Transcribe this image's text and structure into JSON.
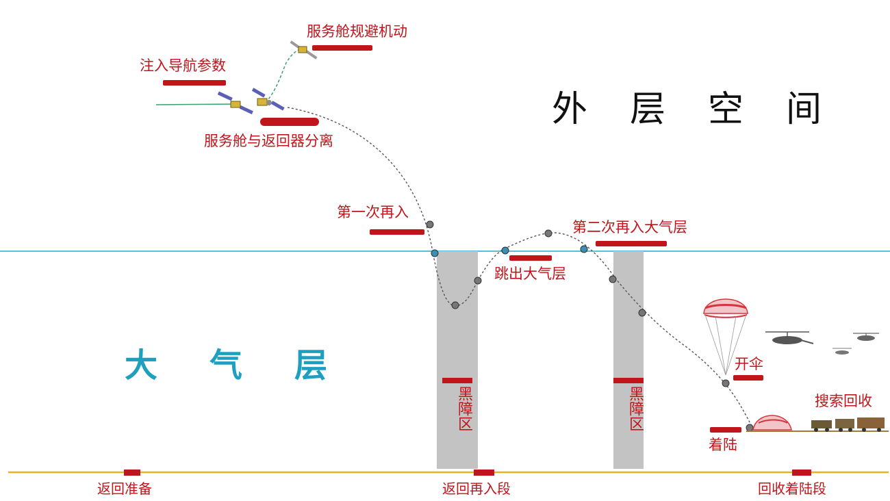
{
  "regions": {
    "outer_space": "外层空间",
    "atmosphere": "大气层"
  },
  "events": {
    "service_module_maneuver": "服务舱规避机动",
    "inject_nav_params": "注入导航参数",
    "separation": "服务舱与返回器分离",
    "first_reentry": "第一次再入",
    "skip_out": "跳出大气层",
    "second_reentry": "第二次再入大气层",
    "parachute": "开伞",
    "landing": "着陆",
    "search_recovery": "搜索回收"
  },
  "blackout_zones": [
    {
      "label": "黑障区"
    },
    {
      "label": "黑障区"
    }
  ],
  "phases": [
    {
      "label": "返回准备"
    },
    {
      "label": "返回再入段"
    },
    {
      "label": "回收着陆段"
    }
  ],
  "colors": {
    "label_red": "#c0151b",
    "boundary_line": "#29a6cf",
    "atmosphere_text": "#1f9fc0",
    "blackout_zone": "#c3c3c3",
    "timeline": "#e9b21d",
    "trajectory": "#555555",
    "parachute": "#d9323c"
  }
}
